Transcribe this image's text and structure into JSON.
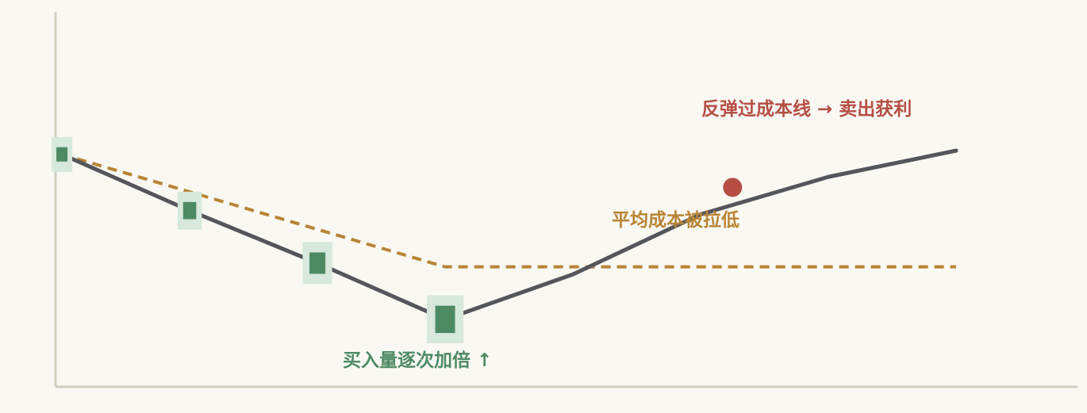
{
  "chart_data": {
    "type": "line",
    "x": [
      1,
      2,
      3,
      4,
      5,
      6,
      7,
      8
    ],
    "series": [
      {
        "values": [
          0.62,
          0.47,
          0.33,
          0.18,
          0.3,
          0.46,
          0.56,
          0.63
        ]
      },
      {
        "values": [
          0.62,
          null,
          null,
          0.32,
          null,
          null,
          null,
          0.32
        ]
      }
    ],
    "buys": [
      {
        "x": 1,
        "y": 0.62,
        "size": 1
      },
      {
        "x": 2,
        "y": 0.47,
        "size": 2
      },
      {
        "x": 3,
        "y": 0.33,
        "size": 4
      },
      {
        "x": 4,
        "y": 0.18,
        "size": 8
      }
    ],
    "sell": {
      "x": 6.25,
      "y": 0.532
    },
    "annotations": {
      "cost": "平均成本被拉低",
      "sell": "反弹过成本线 → 卖出获利",
      "buy": "买入量逐次加倍 ↑"
    },
    "title": "",
    "xlabel": "",
    "ylabel": "",
    "xlim": [
      0.95,
      8.95
    ],
    "ylim": [
      0,
      1
    ],
    "grid": false,
    "colors": {
      "price": "#55565c",
      "cost": "#b88434",
      "buy": "#4c8a64",
      "buy_glow": "#d7e8dc",
      "sell": "#b54f44",
      "background": "#f9f8f3",
      "axis": "#cfcfc0"
    }
  }
}
